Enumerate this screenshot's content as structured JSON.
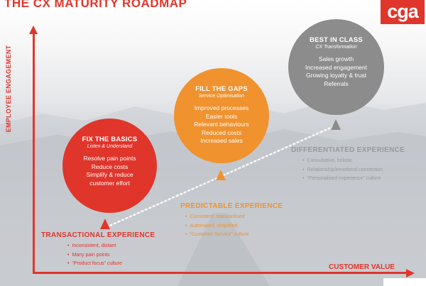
{
  "title": "THE CX MATURITY ROADMAP",
  "title_mark": "®",
  "logo": "cga",
  "y_axis_label": "EMPLOYEE ENGAGEMENT",
  "x_axis_label": "CUSTOMER VALUE",
  "colors": {
    "red": "#e0352b",
    "orange": "#f0922e",
    "gray": "#8c8c8c"
  },
  "stages": [
    {
      "title": "FIX THE BASICS",
      "subtitle": "Listen & Understand",
      "items": [
        "Resolve pain points",
        "Reduce costs",
        "Simplify & reduce",
        "customer effort"
      ]
    },
    {
      "title": "FILL THE GAPS",
      "subtitle": "Service Optimisation",
      "items": [
        "Improved processes",
        "Easier tools",
        "Relevant behaviours",
        "Reduced costs",
        "Increased sales"
      ]
    },
    {
      "title": "BEST IN CLASS",
      "subtitle": "CX Transformation",
      "items": [
        "Sales growth",
        "Increased engagement",
        "Growing loyalty & trust",
        "Referrals"
      ]
    }
  ],
  "experiences": [
    {
      "heading": "TRANSACTIONAL EXPERIENCE",
      "bullets": [
        "Inconsistent, distant",
        "Many pain points",
        "“Product focus” culture"
      ]
    },
    {
      "heading": "PREDICTABLE EXPERIENCE",
      "bullets": [
        "Consistent, standardised",
        "Automated, simplified",
        "“Customer Service” culture"
      ]
    },
    {
      "heading": "DIFFERENTIATED EXPERIENCE",
      "bullets": [
        "Consultative, holistic",
        "Relationship/emotional connection",
        "“Personalised experience” culture"
      ]
    }
  ]
}
